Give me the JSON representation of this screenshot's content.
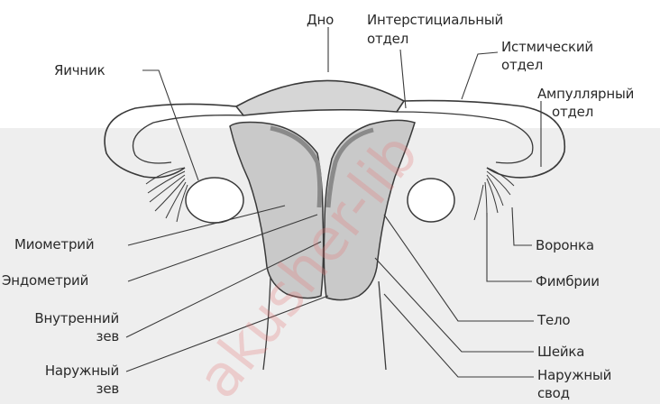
{
  "labels": {
    "dno": "Дно",
    "interstitial": "Интерстициальный",
    "otdel1": "отдел",
    "isthmic": "Истмический",
    "otdel2": "отдел",
    "ampullary": "Ампуллярный",
    "otdel3": "отдел",
    "ovary": "Яичник",
    "myometrium": "Миометрий",
    "endometrium": "Эндометрий",
    "internal_os_1": "Внутренний",
    "internal_os_2": "зев",
    "external_os_1": "Наружный",
    "external_os_2": "зев",
    "infundibulum": "Воронка",
    "fimbriae": "Фимбрии",
    "body": "Тело",
    "cervix": "Шейка",
    "fornix_1": "Наружный",
    "fornix_2": "свод"
  },
  "watermark": "akusher-lib",
  "colors": {
    "band": "#eeeeee",
    "line": "#3a3a3a",
    "fundus": "#d6d6d6",
    "body_fill": "#c9c9c9",
    "endometrium": "#8a8a8a",
    "watermark": "#e67878"
  }
}
